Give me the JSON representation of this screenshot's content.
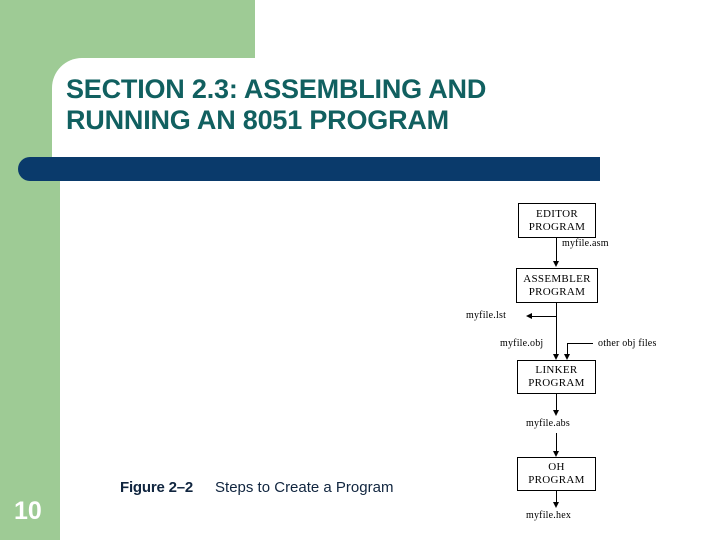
{
  "slide": {
    "number": "10",
    "title_line1": "SECTION 2.3: ASSEMBLING AND",
    "title_line2": "RUNNING AN 8051 PROGRAM",
    "title_color": "#116060",
    "accent_green": "#9ecb95",
    "accent_navy": "#0a3a6b"
  },
  "caption": {
    "figure_label": "Figure 2–2",
    "figure_title": "Steps to Create a Program"
  },
  "diagram": {
    "type": "flowchart",
    "boxes": [
      {
        "id": "editor",
        "line1": "EDITOR",
        "line2": "PROGRAM"
      },
      {
        "id": "assembler",
        "line1": "ASSEMBLER",
        "line2": "PROGRAM"
      },
      {
        "id": "linker",
        "line1": "LINKER",
        "line2": "PROGRAM"
      },
      {
        "id": "oh",
        "line1": "OH",
        "line2": "PROGRAM"
      }
    ],
    "labels": [
      {
        "id": "asm",
        "text": "myfile.asm"
      },
      {
        "id": "lst",
        "text": "myfile.lst"
      },
      {
        "id": "obj",
        "text": "myfile.obj"
      },
      {
        "id": "other-obj",
        "text": "other obj files"
      },
      {
        "id": "abs",
        "text": "myfile.abs"
      },
      {
        "id": "hex",
        "text": "myfile.hex"
      }
    ]
  }
}
